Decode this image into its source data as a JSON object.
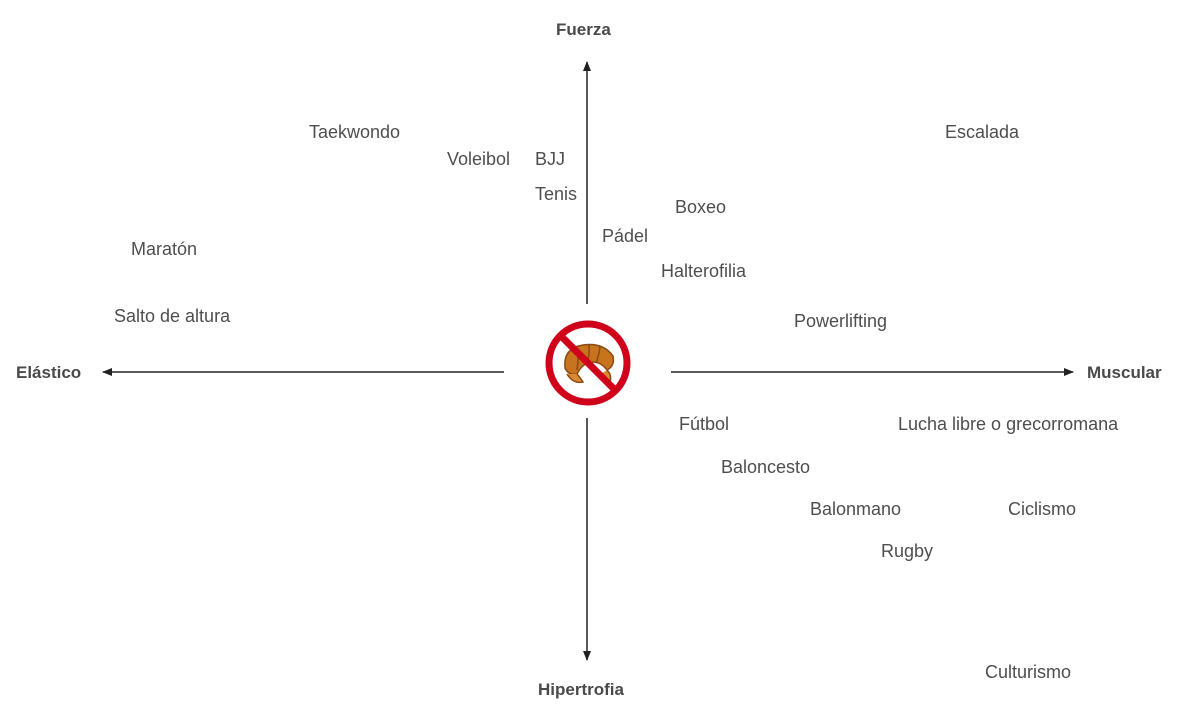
{
  "axes": {
    "top": "Fuerza",
    "bottom": "Hipertrofia",
    "left": "Elástico",
    "right": "Muscular"
  },
  "center_icon": "no-croissant-icon",
  "colors": {
    "axis": "#222222",
    "label": "#4a4a4a",
    "icon_ring": "#d0021b",
    "croissant": "#c8741f"
  },
  "items": [
    "Taekwondo",
    "Voleibol",
    "BJJ",
    "Tenis",
    "Escalada",
    "Boxeo",
    "Pádel",
    "Maratón",
    "Halterofilia",
    "Salto de altura",
    "Powerlifting",
    "Fútbol",
    "Lucha libre o grecorromana",
    "Baloncesto",
    "Balonmano",
    "Ciclismo",
    "Rugby",
    "Culturismo"
  ]
}
